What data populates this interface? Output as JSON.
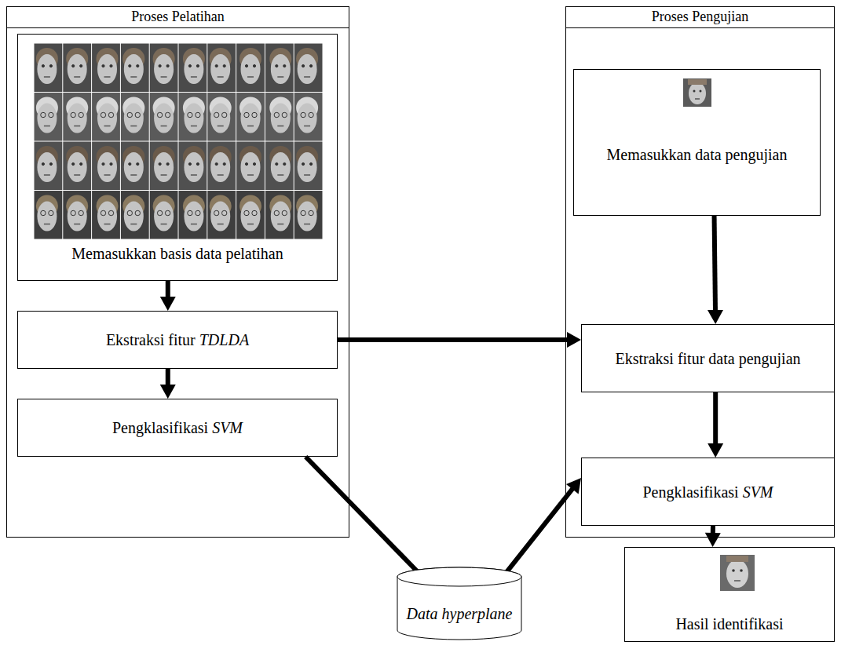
{
  "diagram": {
    "nodes": [
      {
        "text": [
          "Proses Pelatihan"
        ]
      },
      {
        "text": [
          "Memasukkan basis data pelatihan"
        ],
        "in": 0
      },
      {
        "text": [
          "Ekstraksi fitur TDLDA"
        ],
        "in": 0
      },
      {
        "text": [
          "Pengklasifikasi SVM"
        ],
        "in": 0
      },
      {
        "text": [
          "Proses Pengujian"
        ]
      },
      {
        "text": [
          "Memasukkan data pengujian"
        ],
        "in": 4
      },
      {
        "text": [
          "Ekstraksi fitur data pengujian"
        ],
        "in": 4
      },
      {
        "text": [
          "Pengklasifikasi SVM"
        ],
        "in": 4
      },
      {
        "text": [
          "Data hyperplane"
        ]
      },
      {
        "text": [
          "Hasil identifikasi"
        ]
      }
    ],
    "edges": [
      {
        "from": 1,
        "to": 2,
        "arrow": "to"
      },
      {
        "from": 2,
        "to": 3,
        "arrow": "to"
      },
      {
        "from": 2,
        "to": 6,
        "arrow": "to"
      },
      {
        "from": 3,
        "to": 8,
        "arrow": "to"
      },
      {
        "from": 8,
        "to": 7,
        "arrow": "to"
      },
      {
        "from": 5,
        "to": 6,
        "arrow": "to"
      },
      {
        "from": 6,
        "to": 7,
        "arrow": "to"
      },
      {
        "from": 7,
        "to": 9,
        "arrow": "to"
      }
    ]
  }
}
